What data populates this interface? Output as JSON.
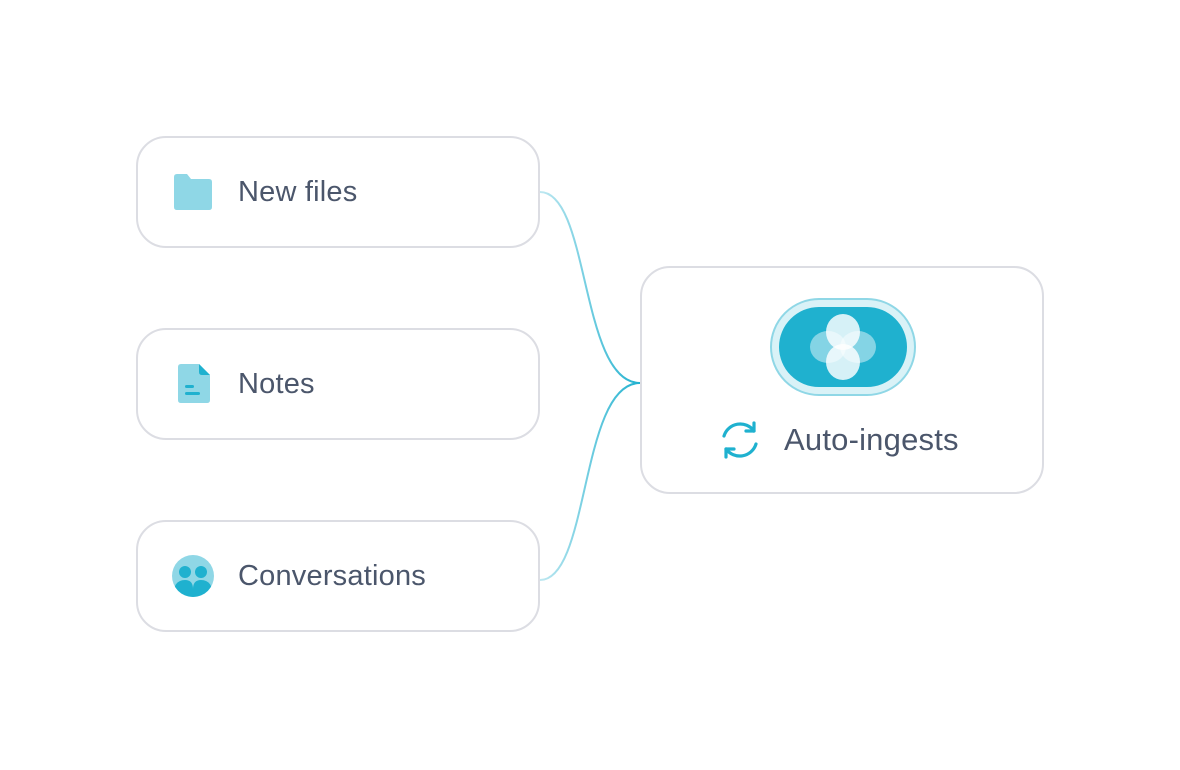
{
  "sources": [
    {
      "id": "files",
      "label": "New files",
      "icon": "folder-icon"
    },
    {
      "id": "notes",
      "label": "Notes",
      "icon": "note-document-icon"
    },
    {
      "id": "conversations",
      "label": "Conversations",
      "icon": "people-icon"
    }
  ],
  "target": {
    "label": "Auto-ingests",
    "logo_icon": "clover-logo-icon",
    "status_icon": "sync-icon"
  },
  "colors": {
    "accent": "#1fb1cf",
    "accent_light": "#8fd7e6",
    "pill_outline": "#bfe8f1",
    "text": "#4b566b",
    "border": "#dcdde3"
  }
}
